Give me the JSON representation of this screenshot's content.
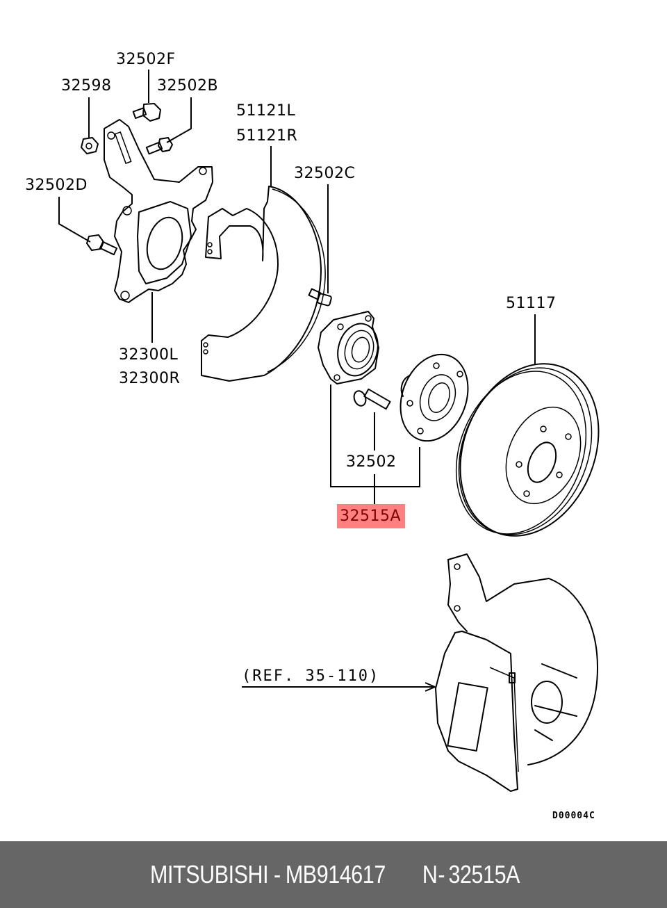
{
  "diagram": {
    "title_ref": "D00004C",
    "labels": {
      "p32502F": "32502F",
      "p32598": "32598",
      "p32502B": "32502B",
      "p51121L": "51121L",
      "p51121R": "51121R",
      "p32502C": "32502C",
      "p32502D": "32502D",
      "p51117": "51117",
      "p32300L": "32300L",
      "p32300R": "32300R",
      "p32502": "32502",
      "p32515A": "32515A"
    },
    "highlighted_part": "32515A",
    "highlight_color": "#ff8080",
    "reference": "(REF. 35-110)",
    "parts": [
      {
        "code": "32502F",
        "name": "bolt"
      },
      {
        "code": "32598",
        "name": "nut"
      },
      {
        "code": "32502B",
        "name": "bolt"
      },
      {
        "code": "32502D",
        "name": "bolt"
      },
      {
        "code": "32300L",
        "name": "steering knuckle left"
      },
      {
        "code": "32300R",
        "name": "steering knuckle right"
      },
      {
        "code": "51121L",
        "name": "dust shield left"
      },
      {
        "code": "51121R",
        "name": "dust shield right"
      },
      {
        "code": "32502C",
        "name": "bolt"
      },
      {
        "code": "32502",
        "name": "hub bolt"
      },
      {
        "code": "32515A",
        "name": "hub and bearing assembly"
      },
      {
        "code": "51117",
        "name": "brake disc"
      }
    ]
  },
  "footer": {
    "brand": "MITSUBISHI",
    "separator": " - ",
    "part_number": "MB914617",
    "ref_prefix": "N",
    "ref_code": "32515A",
    "background": "#666666"
  }
}
